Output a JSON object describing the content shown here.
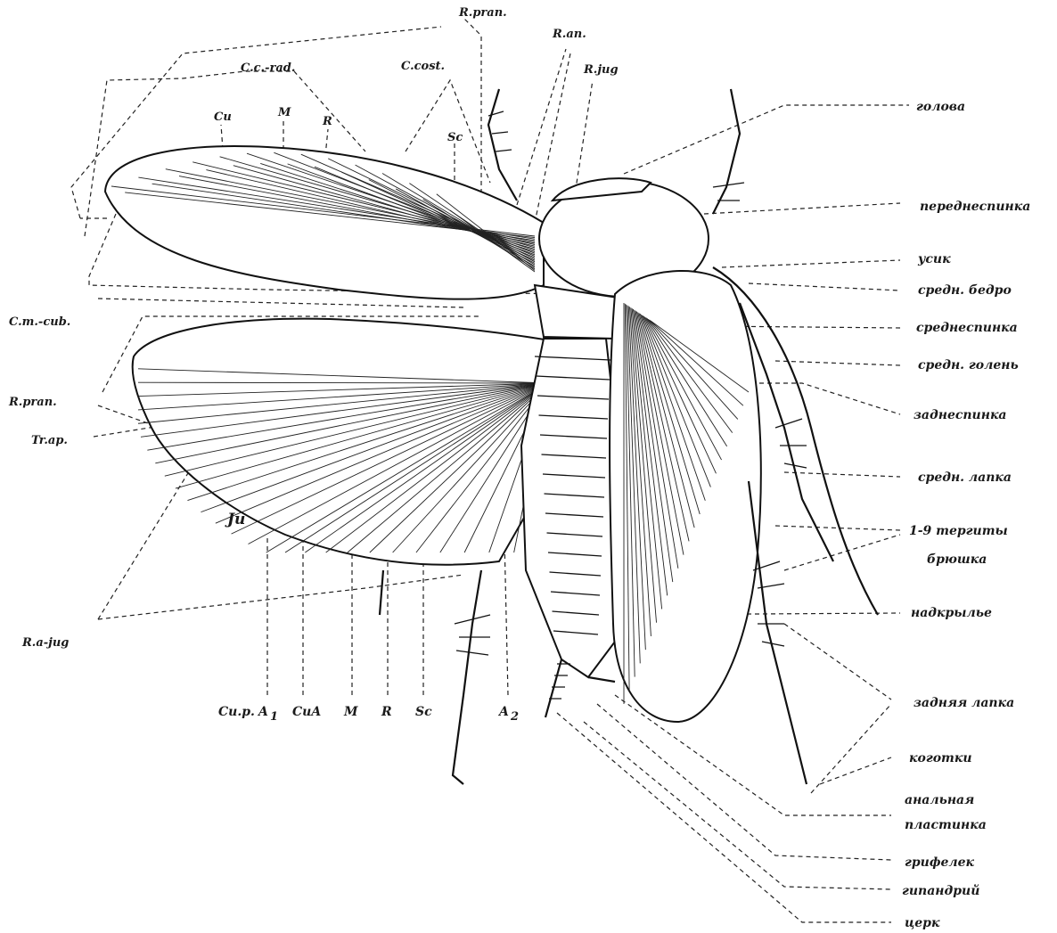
{
  "figure": {
    "labels_right": [
      "голова",
      "переднеспинка",
      "усик",
      "средн. бедро",
      "среднеспинка",
      "средн. голень",
      "заднеспинка",
      "средн. лапка",
      "1-9 тергиты",
      "брюшка",
      "надкрылье",
      "задняя лапка",
      "коготки",
      "анальная",
      "пластинка",
      "грифелек",
      "гипандрий",
      "церк"
    ],
    "labels_top": [
      "R.pran.",
      "R.an.",
      "R.jug",
      "C.cost.",
      "C.c.-rad.",
      "Cu",
      "M",
      "R",
      "Sc"
    ],
    "labels_left": [
      "C.m.-cub.",
      "R.pran.",
      "Tr.ap.",
      "Ju",
      "R.a-jug"
    ],
    "labels_bottom": [
      "Cu.p.",
      "A",
      "1",
      "CuA",
      "M",
      "R",
      "Sc",
      "A",
      "2"
    ]
  }
}
